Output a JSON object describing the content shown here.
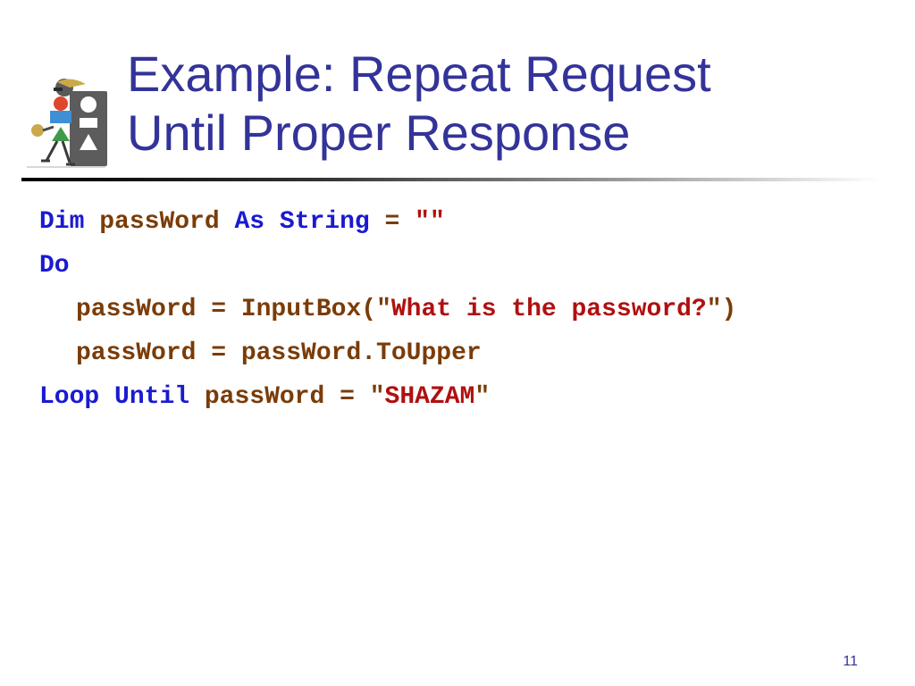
{
  "slide": {
    "title_line1": "Example: Repeat Request",
    "title_line2": "Until Proper Response",
    "page_number": "11",
    "colors": {
      "title": "#333399",
      "keyword": "#1a1ad0",
      "identifier": "#7a3c08",
      "string": "#b01010"
    },
    "logo_icon": "shapes-figure-icon"
  },
  "code": {
    "line1": {
      "kw_dim": "Dim",
      "var": "passWord",
      "kw_as": "As",
      "kw_string": "String",
      "op": "=",
      "str_quotes": "\"\""
    },
    "line2": {
      "kw_do": "Do"
    },
    "line3": {
      "lhs": "passWord = InputBox(",
      "quote_open": "\"",
      "str": "What is the password?",
      "quote_close": "\"",
      "paren": ")"
    },
    "line4": {
      "text": "passWord = passWord.ToUpper"
    },
    "line5": {
      "kw_loop": "Loop",
      "kw_until": "Until",
      "rhs": "passWord =",
      "quote_open": "\"",
      "str": "SHAZAM",
      "quote_close": "\""
    }
  }
}
